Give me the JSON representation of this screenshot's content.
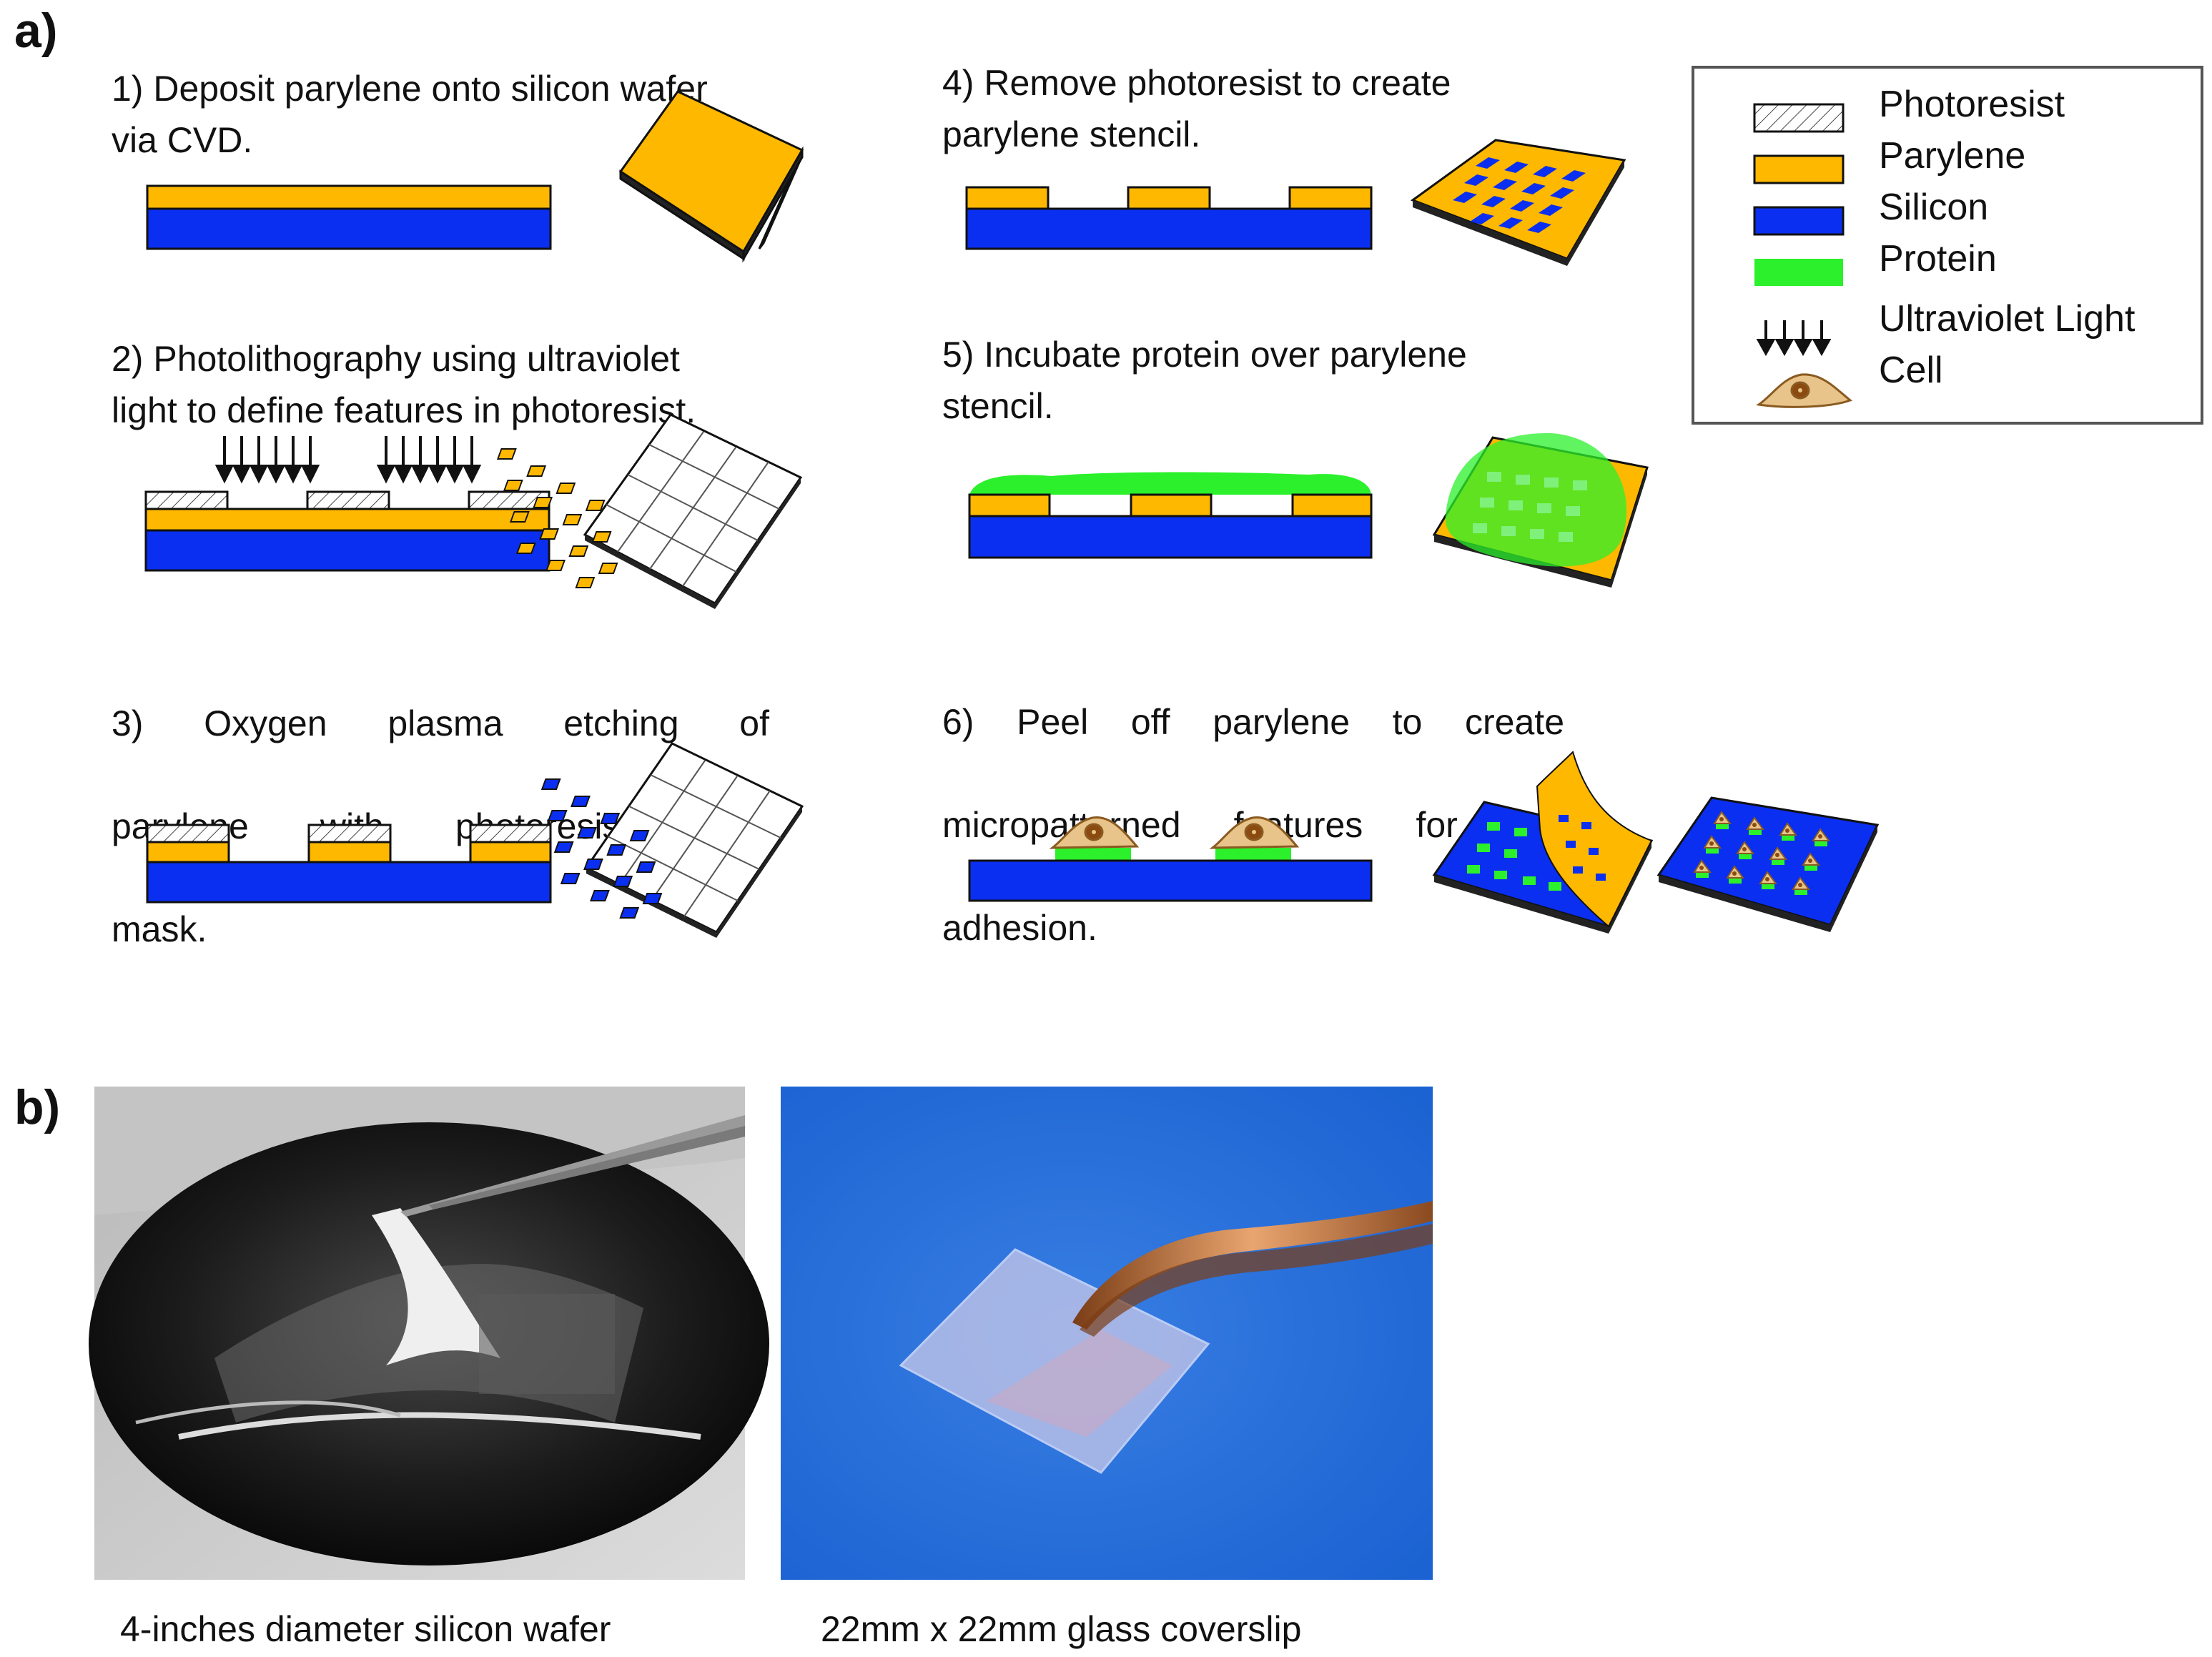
{
  "panels": {
    "a": {
      "label": "a)"
    },
    "b": {
      "label": "b)"
    }
  },
  "colors": {
    "parylene": "#FFB800",
    "silicon": "#0A2FF0",
    "protein": "#2BF02B",
    "photoresist": "#ffffff",
    "cell": "#E8C48A",
    "nucleus": "#8A4A10",
    "outline": "#111111"
  },
  "steps": [
    {
      "text": "1) Deposit parylene onto silicon wafer\nvia CVD."
    },
    {
      "text": "2) Photolithography using ultraviolet\nlight to define features in photoresist."
    },
    {
      "text_lines": [
        "3) Oxygen plasma etching of",
        "parylene with photoresist etch",
        "mask."
      ]
    },
    {
      "text": "4) Remove photoresist to create\nparylene stencil."
    },
    {
      "text": "5) Incubate protein over parylene\nstencil."
    },
    {
      "text_lines": [
        "6) Peel off parylene to create",
        "micropatterned features for cell",
        "adhesion."
      ]
    }
  ],
  "legend": {
    "items": [
      {
        "label": "Photoresist",
        "icon": "hatched-swatch-icon"
      },
      {
        "label": "Parylene",
        "icon": "parylene-swatch-icon"
      },
      {
        "label": "Silicon",
        "icon": "silicon-swatch-icon"
      },
      {
        "label": "Protein",
        "icon": "protein-swatch-icon"
      },
      {
        "label": "Ultraviolet Light",
        "icon": "uv-arrows-icon"
      },
      {
        "label": "Cell",
        "icon": "cell-icon"
      }
    ]
  },
  "photos": [
    {
      "caption": "4-inches diameter silicon wafer"
    },
    {
      "caption": "22mm x 22mm glass coverslip"
    }
  ]
}
